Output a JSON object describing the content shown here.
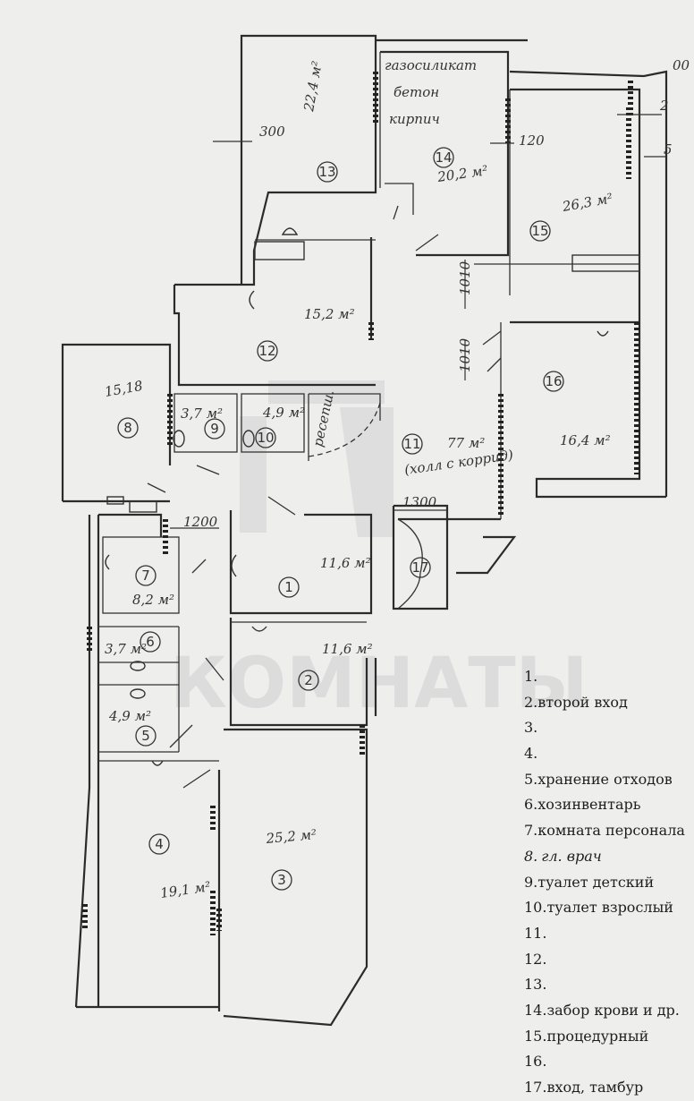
{
  "legend": [
    {
      "n": "1.",
      "label": ""
    },
    {
      "n": "2.",
      "label": "второй вход"
    },
    {
      "n": "3.",
      "label": ""
    },
    {
      "n": "4.",
      "label": ""
    },
    {
      "n": "5.",
      "label": "хранение отходов"
    },
    {
      "n": "6.",
      "label": "хозинвентарь"
    },
    {
      "n": "7.",
      "label": "комната персонала"
    },
    {
      "n": "8.",
      "label": "гл. врач"
    },
    {
      "n": "9.",
      "label": "туалет детский"
    },
    {
      "n": "10.",
      "label": "туалет взрослый"
    },
    {
      "n": "11.",
      "label": ""
    },
    {
      "n": "12.",
      "label": ""
    },
    {
      "n": "13.",
      "label": ""
    },
    {
      "n": "14.",
      "label": "забор крови и др."
    },
    {
      "n": "15.",
      "label": "процедурный"
    },
    {
      "n": "16.",
      "label": ""
    },
    {
      "n": "17.",
      "label": "вход, тамбур"
    }
  ],
  "materials": [
    "газосиликат",
    "бетон",
    "кирпич"
  ],
  "dimensions": {
    "d300": "300",
    "d120": "120",
    "d1010a": "1010",
    "d1010b": "1010",
    "d1300": "1300",
    "d1200": "1200",
    "d2": "2",
    "d5": "5"
  },
  "rooms": [
    {
      "id": "r1",
      "num": "1",
      "area": "11,6 м²"
    },
    {
      "id": "r2",
      "num": "2",
      "area": "11,6 м²"
    },
    {
      "id": "r3",
      "num": "3",
      "area": "25,2 м²"
    },
    {
      "id": "r4",
      "num": "4",
      "area": "19,1 м²"
    },
    {
      "id": "r5",
      "num": "5",
      "area": "4,9 м²"
    },
    {
      "id": "r6",
      "num": "6",
      "area": "3,7 м²"
    },
    {
      "id": "r7",
      "num": "7",
      "area": "8,2 м²"
    },
    {
      "id": "r8",
      "num": "8",
      "area": "15,18"
    },
    {
      "id": "r9",
      "num": "9",
      "area": "3,7 м²"
    },
    {
      "id": "r10",
      "num": "10",
      "area": "4,9 м²"
    },
    {
      "id": "r11",
      "num": "11",
      "area": "77 м²",
      "note": "(холл с коррид)"
    },
    {
      "id": "r12",
      "num": "12",
      "area": "15,2 м²"
    },
    {
      "id": "r13",
      "num": "13",
      "area": "22,4 м²"
    },
    {
      "id": "r14",
      "num": "14",
      "area": "20,2 м²"
    },
    {
      "id": "r15",
      "num": "15",
      "area": "26,3 м²"
    },
    {
      "id": "r16",
      "num": "16",
      "area": "16,4 м²"
    },
    {
      "id": "r17",
      "num": "17",
      "area": ""
    }
  ],
  "extra_labels": {
    "reception": "ресепш."
  },
  "watermark": "КОМНАТЫ",
  "corner_text": "00"
}
